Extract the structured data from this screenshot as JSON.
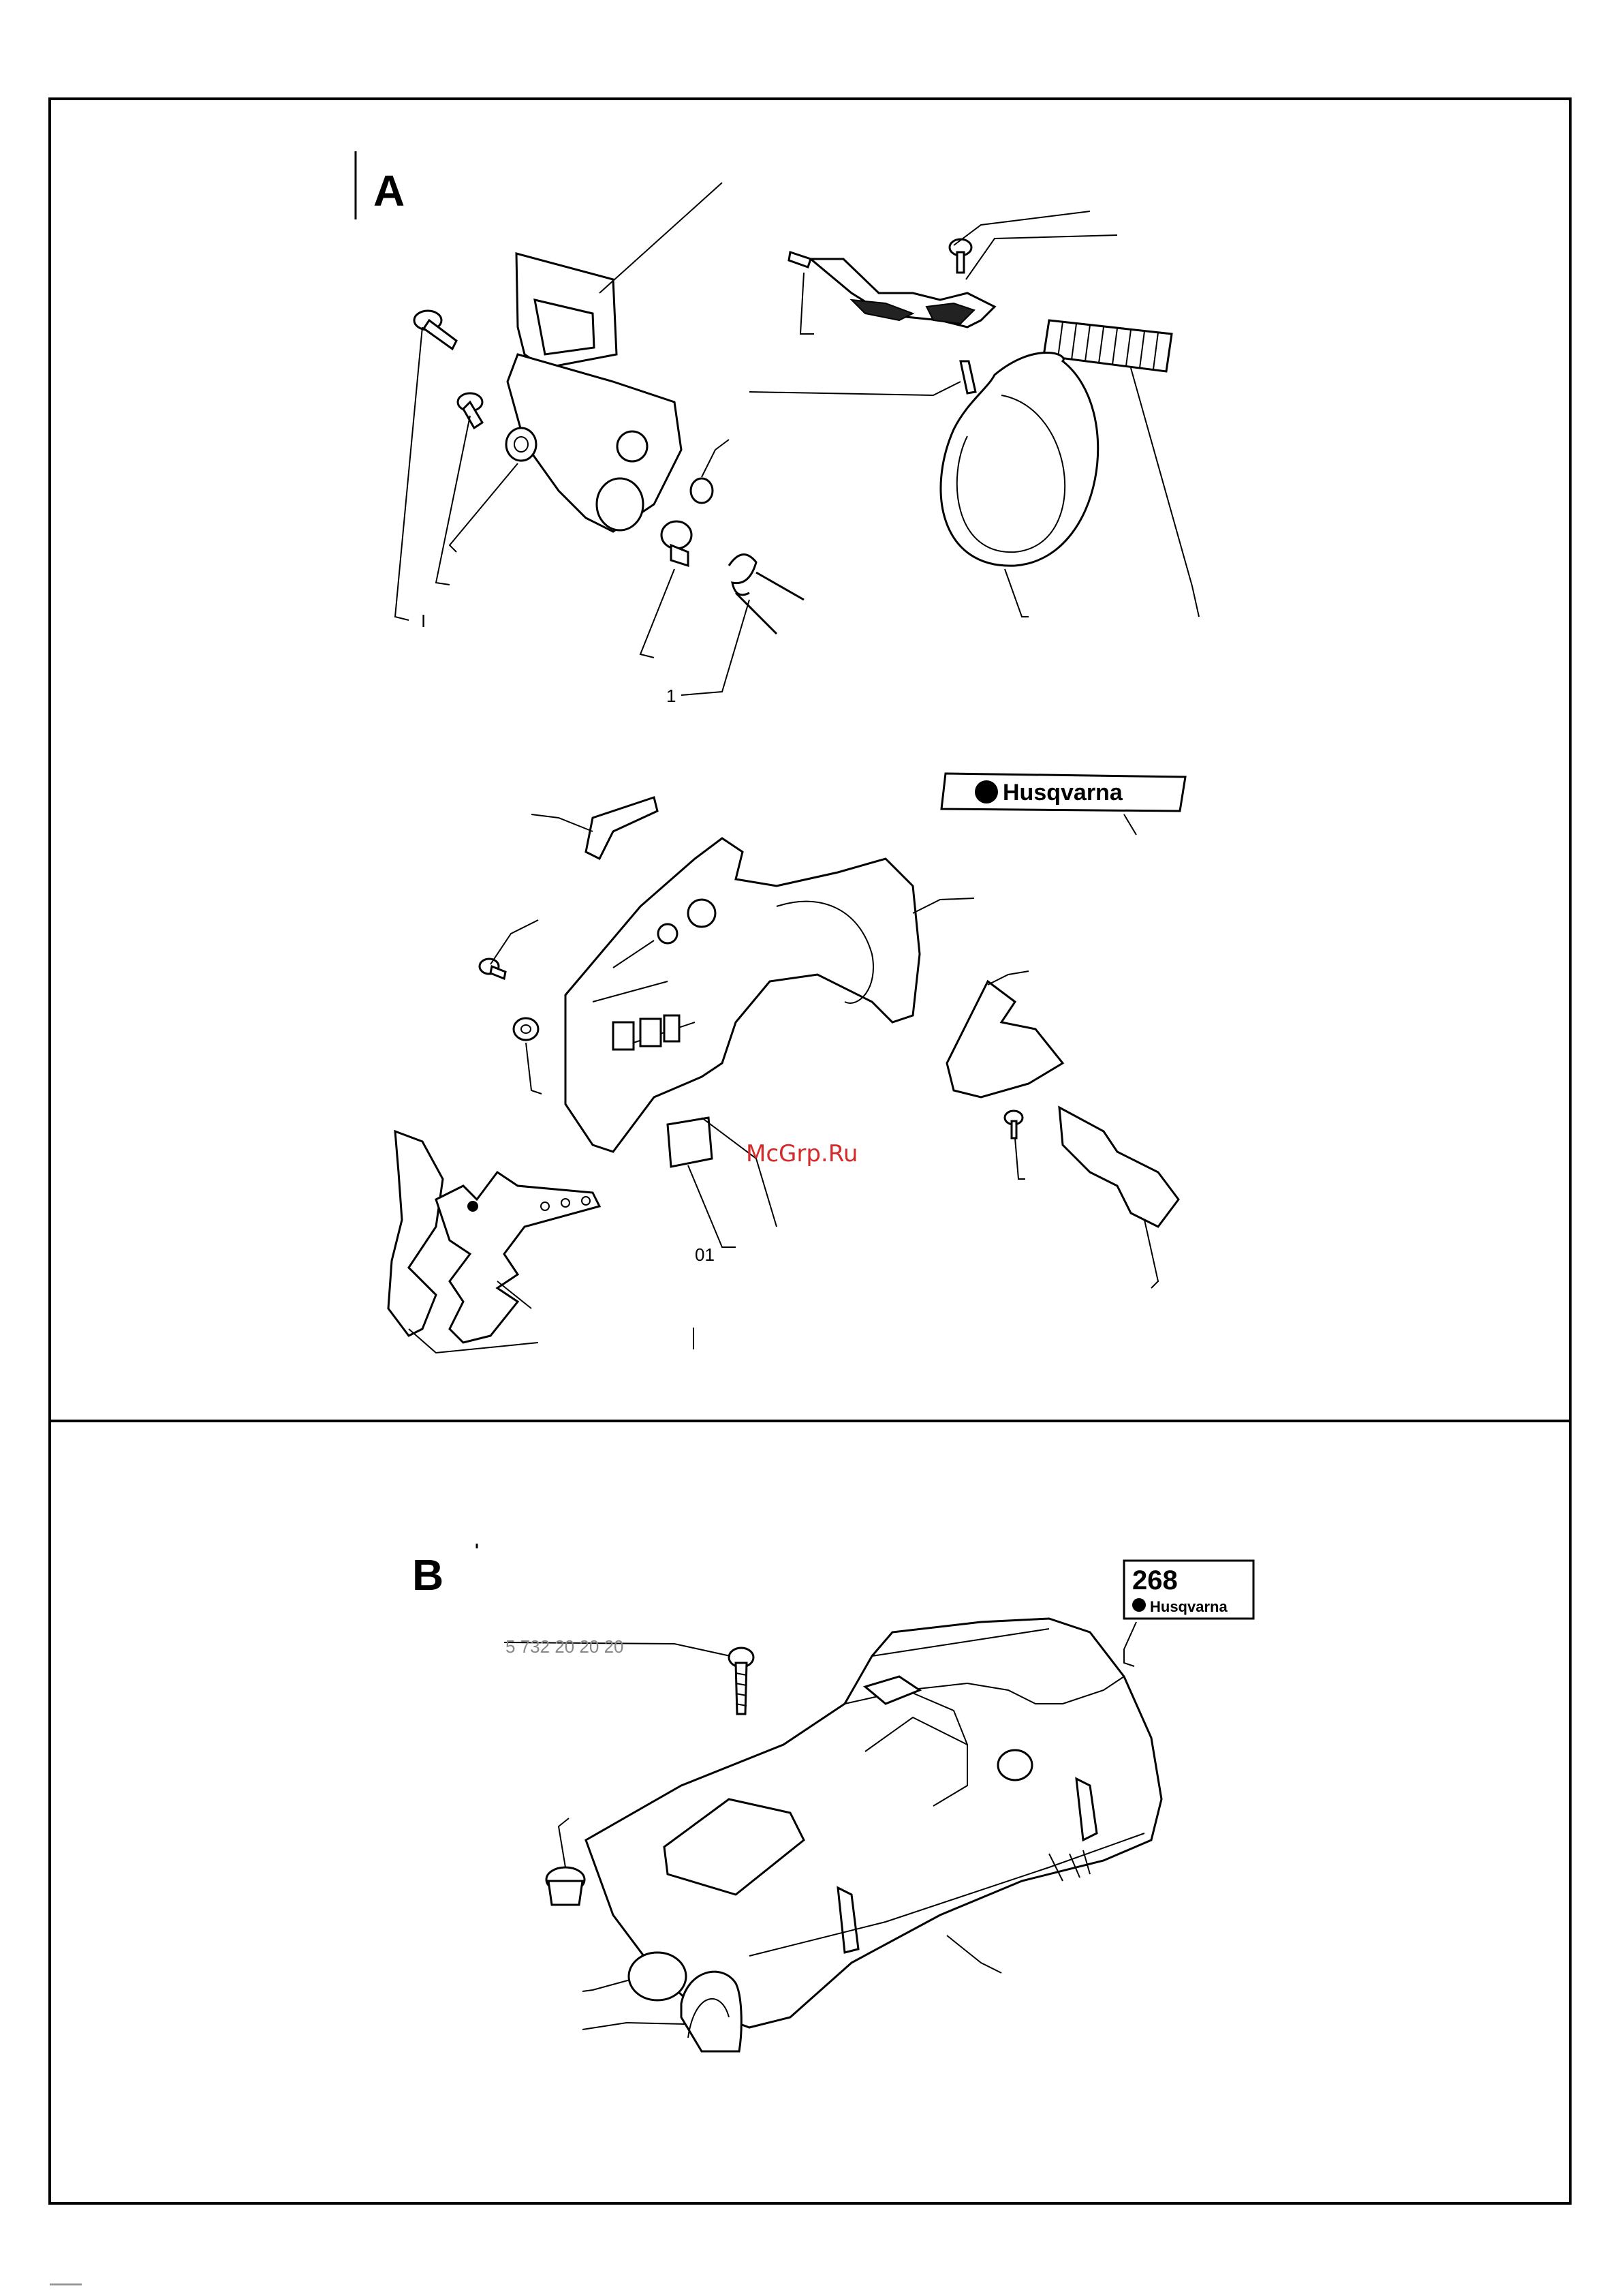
{
  "panels": [
    {
      "label": "A"
    },
    {
      "label": "B"
    }
  ],
  "callouts": {
    "a_left_1": "1",
    "b_screw_partno": "5 732 20 20 20"
  },
  "decals": {
    "husqvarna_a": "Husqvarna",
    "model_b": "268",
    "husqvarna_b": "Husqvarna"
  },
  "watermark": "McGrp.Ru",
  "colors": {
    "line": "#000000",
    "watermark": "#d42a2a",
    "paper": "#ffffff"
  }
}
